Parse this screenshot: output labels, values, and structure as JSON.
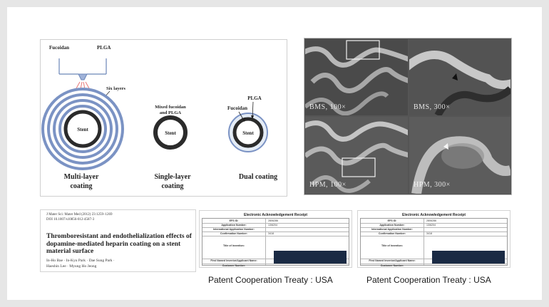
{
  "diagram": {
    "label_fucoidan_top": "Fucoidan",
    "label_plga_top": "PLGA",
    "label_six_layers": "Six layers",
    "stent_label": "Stent",
    "mixed_label_line1": "Mixed fucoidan",
    "mixed_label_line2": "and PLGA",
    "dual_plga": "PLGA",
    "dual_fucoidan": "Fucoidan",
    "caption_multi_line1": "Multi-layer",
    "caption_multi_line2": "coating",
    "caption_single_line1": "Single-layer",
    "caption_single_line2": "coating",
    "caption_dual": "Dual coating",
    "colors": {
      "ring_blue": "#7b93c4",
      "ring_light": "#e4ecf6",
      "stent_dark": "#2b2b2b"
    }
  },
  "sem": {
    "labels": [
      "BMS, 100×",
      "BMS, 300×",
      "HPM, 100×",
      "HPM, 300×"
    ]
  },
  "paper": {
    "journal_line": "J Mater Sci: Mater Med (2012) 23:1259–1269",
    "doi_line": "DOI 10.1007/s10856-012-4587-3",
    "title": "Thromboresistant and endothelialization effects of dopamine-mediated heparin coating on a stent material surface",
    "authors_line1": "In-Ho Bae · In-Kyu Park · Dae Sung Park ·",
    "authors_line2": "Haeshin Lee · Myung Ho Jeong"
  },
  "receipts": [
    {
      "title": "Electronic Acknowledgement Receipt",
      "rows": [
        "EFS ID:",
        "Application Number:",
        "International Application Number:",
        "Confirmation Number:",
        "Title of Invention:",
        "First Named Inventor/Applicant Name:",
        "Customer Number:"
      ],
      "caption": "Patent Cooperation Treaty : USA"
    },
    {
      "title": "Electronic Acknowledgement Receipt",
      "rows": [
        "EFS ID:",
        "Application Number:",
        "International Application Number:",
        "Confirmation Number:",
        "Title of Invention:",
        "First Named Inventor/Applicant Name:",
        "Customer Number:"
      ],
      "caption": "Patent Cooperation Treaty : USA"
    }
  ]
}
